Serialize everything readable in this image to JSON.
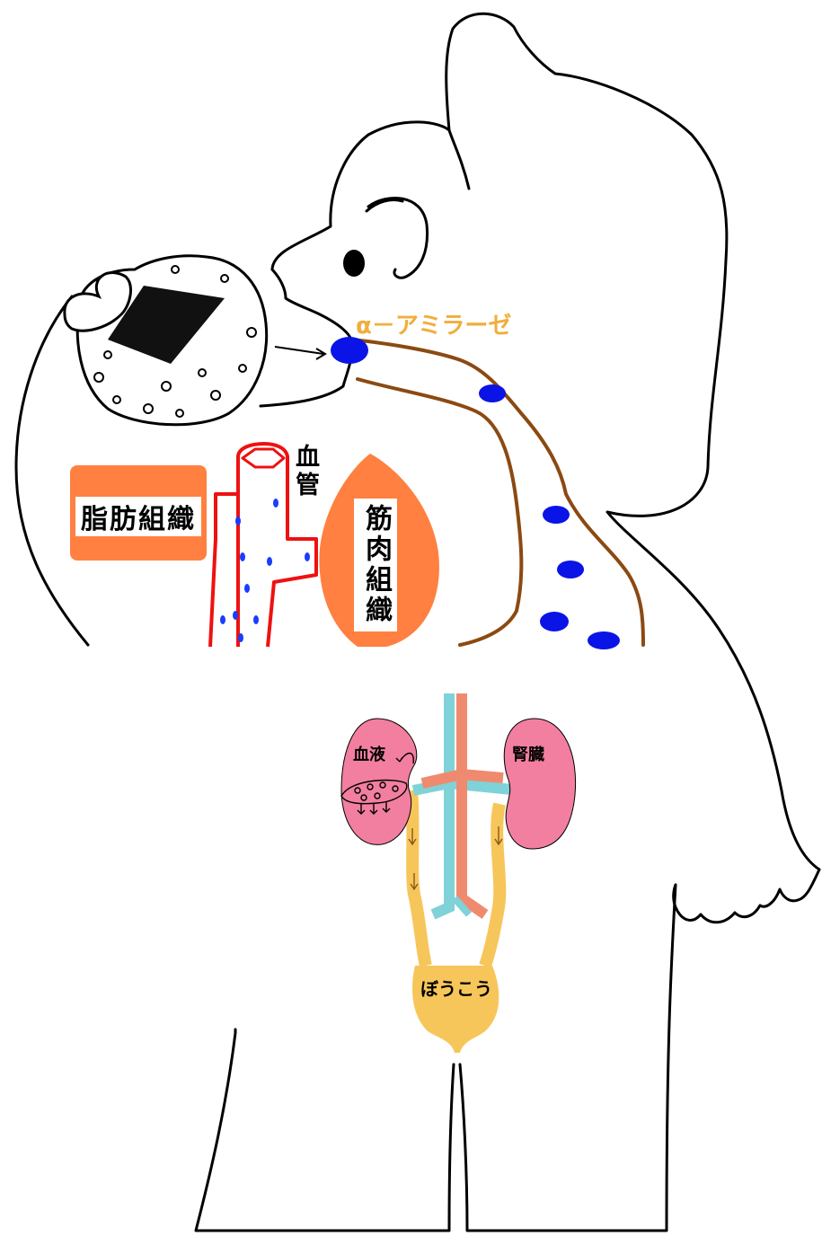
{
  "labels": {
    "amylase": "α－アミラーゼ",
    "fat_tissue": "脂肪組織",
    "blood_vessel": "血管",
    "muscle_tissue": "筋肉組織",
    "blood": "血液",
    "kidney": "腎臓",
    "bladder": "ぼうこう"
  },
  "colors": {
    "outline": "#000000",
    "esophagus": "#8b4a12",
    "amylase_dots": "#0a14e6",
    "amylase_text": "#f0ae3c",
    "blood_vessel": "#ee1111",
    "tissue": "#ff8040",
    "kidney": "#f27fa0",
    "urinary": "#f7c65a",
    "vein": "#7fd2d8",
    "artery": "#f08a6e"
  }
}
